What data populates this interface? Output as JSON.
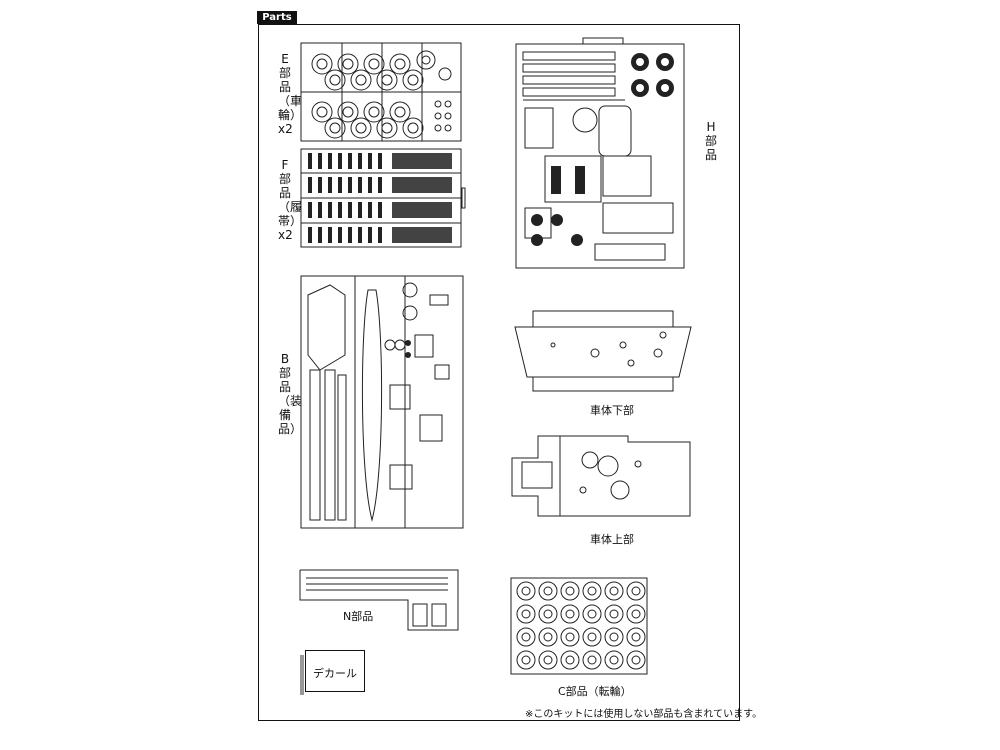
{
  "tab_label": "Parts",
  "labels": {
    "e": "E部品（車輪）x2",
    "f": "F部品（履帯）x2",
    "b": "B部品（装備品）",
    "h": "H部品",
    "n": "N部品",
    "lower_hull": "車体下部",
    "upper_hull": "車体上部",
    "c": "C部品（転輪）",
    "decal": "デカール"
  },
  "note": "※このキットには使用しない部品も含まれています。"
}
